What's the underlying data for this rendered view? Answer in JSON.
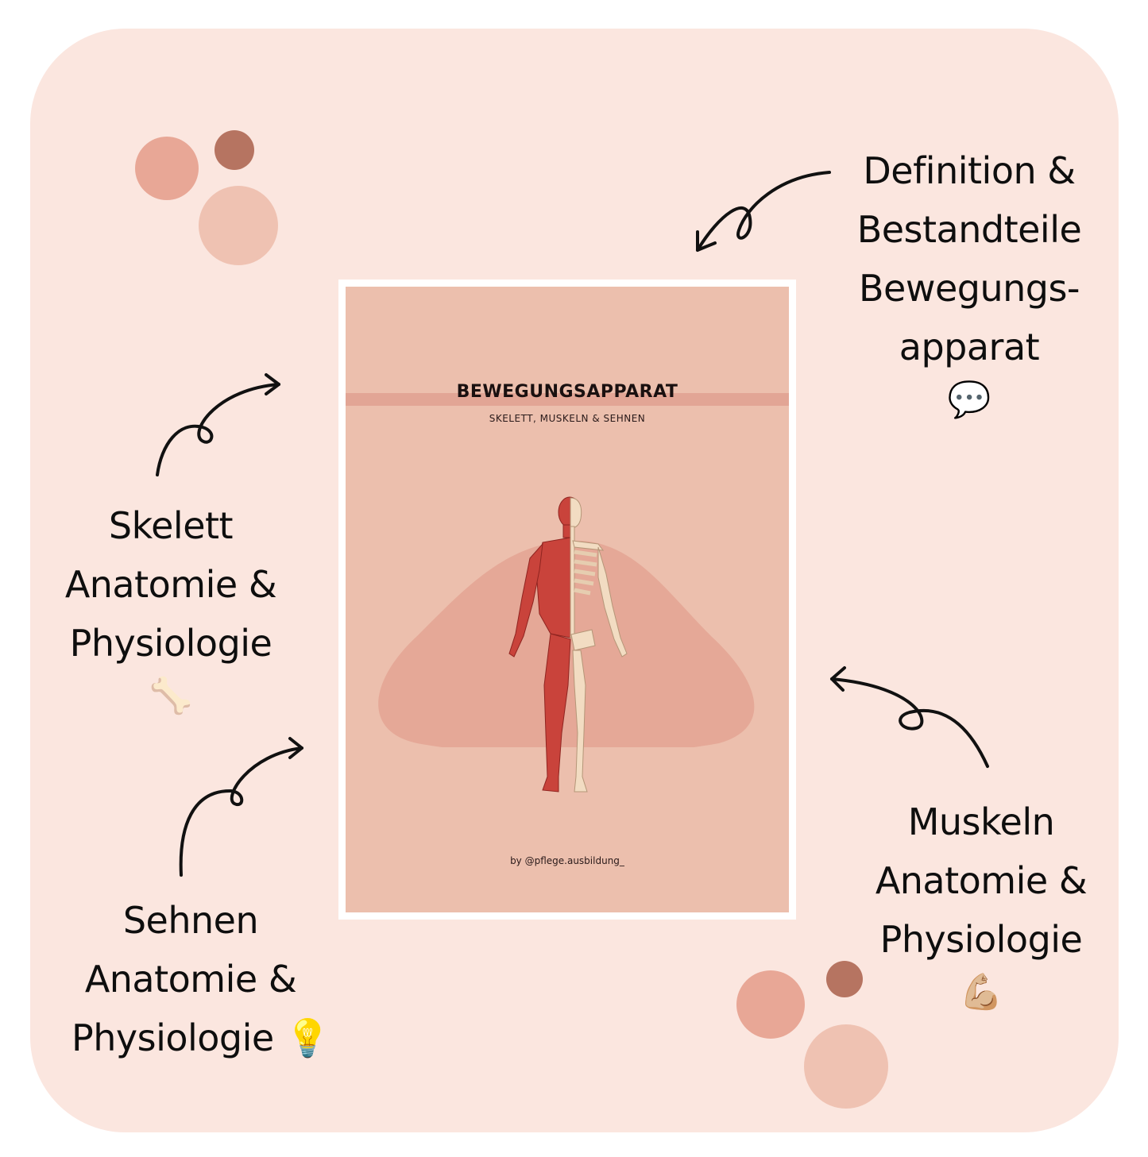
{
  "colors": {
    "card_background": "#fbe6df",
    "dot_light": "#e8a796",
    "dot_dark": "#b67461",
    "dot_pale": "#efc2b2",
    "poster_background": "#ecbfad",
    "poster_band": "#e2a595",
    "ink": "#0e0e0e"
  },
  "poster": {
    "title": "BEWEGUNGSAPPARAT",
    "subtitle": "SKELETT, MUSKELN & SEHNEN",
    "byline": "by @pflege.ausbildung_"
  },
  "labels": {
    "definition": {
      "lines": [
        "Definition &",
        "Bestandteile",
        "Bewegungs-",
        "apparat"
      ],
      "emoji": "💬",
      "icon": "speech-bubble-icon"
    },
    "skelett": {
      "lines": [
        "Skelett",
        "Anatomie &",
        "Physiologie"
      ],
      "emoji": "🦴",
      "icon": "bone-icon"
    },
    "sehnen": {
      "lines": [
        "Sehnen",
        "Anatomie &",
        "Physiologie 💡"
      ],
      "icon": "lightbulb-icon"
    },
    "muskeln": {
      "lines": [
        "Muskeln",
        "Anatomie &",
        "Physiologie"
      ],
      "emoji": "💪🏼",
      "icon": "flexed-biceps-icon"
    }
  }
}
